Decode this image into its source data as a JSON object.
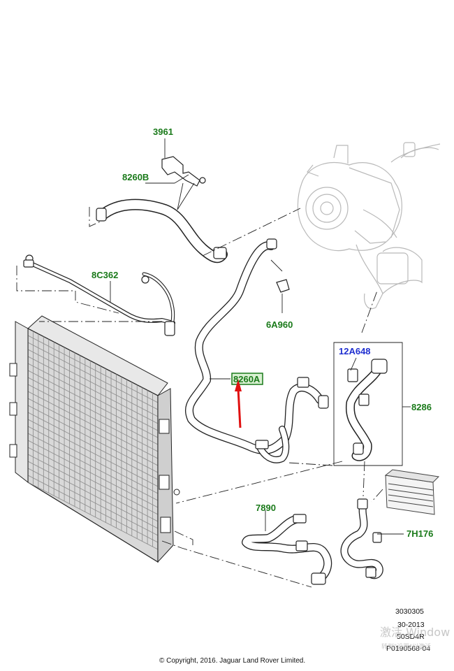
{
  "parts": {
    "p3961": "3961",
    "p8260B": "8260B",
    "p8C362": "8C362",
    "p6A960": "6A960",
    "p8260A": "8260A",
    "p12A648": "12A648",
    "p8286": "8286",
    "p7890": "7890",
    "p7H176": "7H176"
  },
  "colors": {
    "callout_green": "#1a7a1a",
    "callout_blue": "#1f2fd0",
    "highlight_arrow": "#e01010"
  },
  "meta": {
    "line1": "3030305",
    "line2": "30-2013",
    "line3": "50SD4R",
    "line4": "P0190568-04"
  },
  "copyright": "© Copyright, 2016. Jaguar Land Rover Limited.",
  "watermark": {
    "line1": "激活 Window",
    "line2": "转到\"设置\"以激活"
  }
}
